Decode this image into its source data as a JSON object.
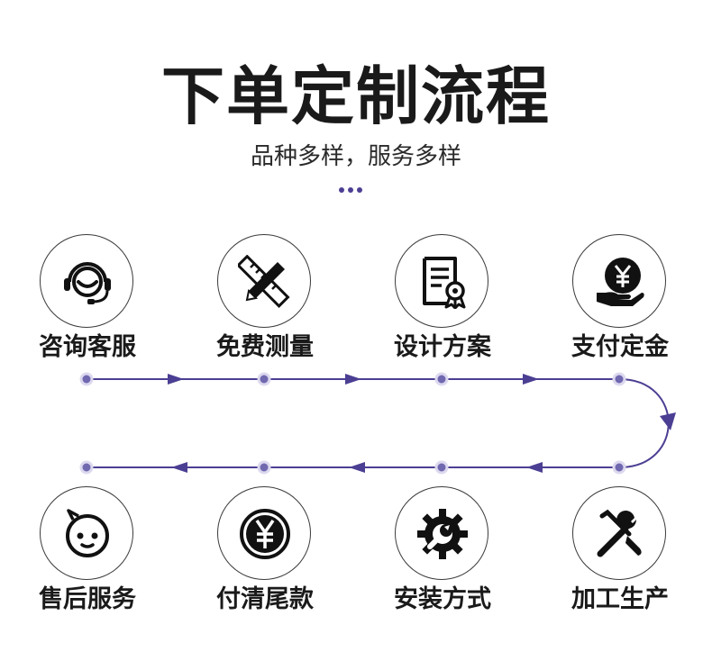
{
  "header": {
    "title": "下单定制流程",
    "subtitle": "品种多样，服务多样"
  },
  "steps_row1": [
    {
      "label": "咨询客服",
      "icon": "customer-service-headset-icon"
    },
    {
      "label": "免费测量",
      "icon": "ruler-pencil-icon"
    },
    {
      "label": "设计方案",
      "icon": "document-certificate-icon"
    },
    {
      "label": "支付定金",
      "icon": "yuan-coin-hand-icon"
    }
  ],
  "steps_row2": [
    {
      "label": "售后服务",
      "icon": "smiley-face-icon"
    },
    {
      "label": "付清尾款",
      "icon": "yuan-coin-icon"
    },
    {
      "label": "安装方式",
      "icon": "gear-wrench-icon"
    },
    {
      "label": "加工生产",
      "icon": "wrench-screwdriver-icon"
    }
  ],
  "colors": {
    "accent": "#4b3f93",
    "text": "#1a1a1a",
    "circle_border": "#3a3a3a"
  }
}
